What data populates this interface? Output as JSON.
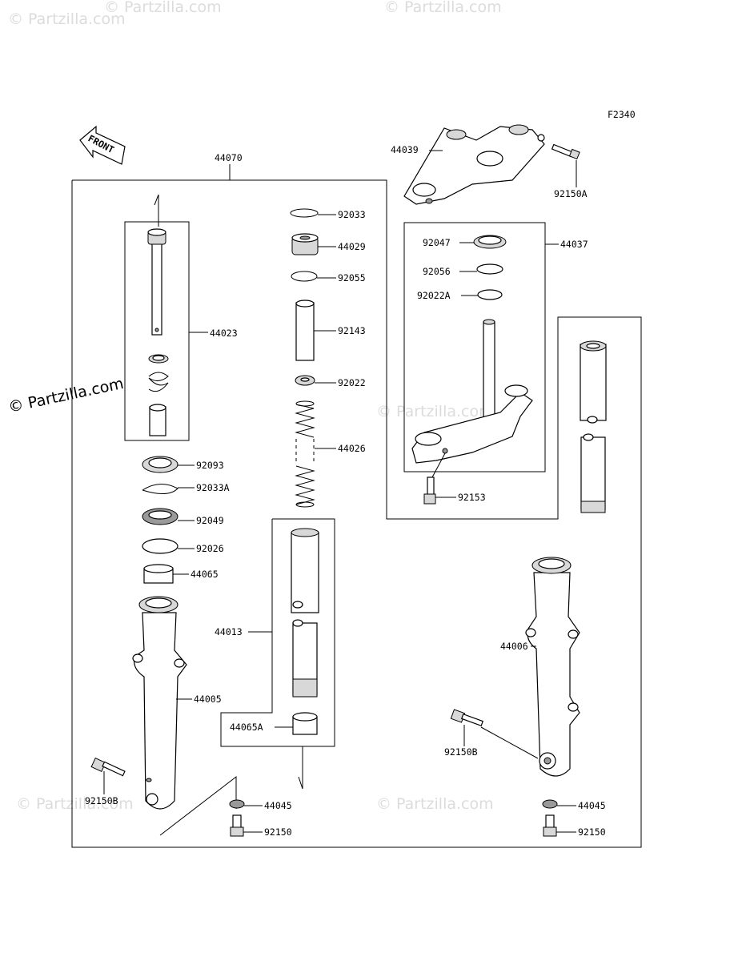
{
  "watermark": {
    "brand_mark": "© Partzilla.com",
    "faint_repeat": "© Partzilla.com"
  },
  "figure_code": "F2340",
  "front_indicator": "FRONT",
  "callouts": {
    "c44070": "44070",
    "c44039": "44039",
    "c92150A": "92150A",
    "c92033": "92033",
    "c44029": "44029",
    "c92055": "92055",
    "c92047": "92047",
    "c44037": "44037",
    "c92056": "92056",
    "c92022A": "92022A",
    "c44023": "44023",
    "c92143": "92143",
    "c92022": "92022",
    "c44026": "44026",
    "c92153": "92153",
    "c92093": "92093",
    "c92033A": "92033A",
    "c92049": "92049",
    "c92026": "92026",
    "c44065": "44065",
    "c44013": "44013",
    "c44006": "44006",
    "c44005": "44005",
    "c44065A": "44065A",
    "c92150B_right": "92150B",
    "c92150B_left": "92150B",
    "c44045_center": "44045",
    "c92150_center": "92150",
    "c44045_right": "44045",
    "c92150_right": "92150"
  }
}
